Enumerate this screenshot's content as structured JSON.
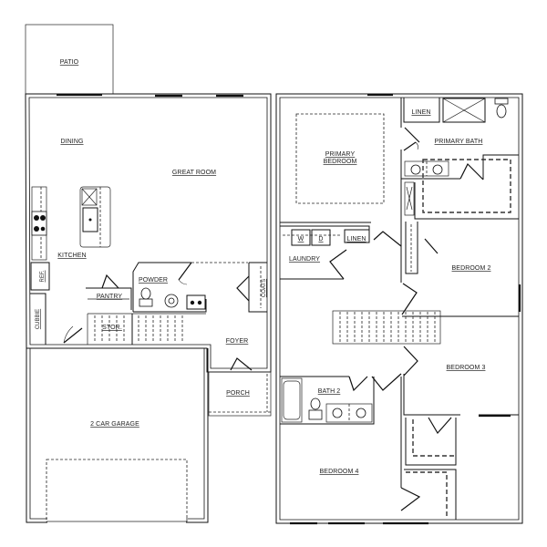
{
  "plan": {
    "first_floor": {
      "rooms": {
        "patio": "PATIO",
        "dining": "DINING",
        "great_room": "GREAT ROOM",
        "kitchen": "KITCHEN",
        "ref": "REF.",
        "pantry": "PANTRY",
        "powder": "POWDER",
        "coats": "COATS",
        "cubbie": "CUBBIE",
        "stor": "STOR.",
        "foyer": "FOYER",
        "porch": "PORCH",
        "garage": "2 CAR GARAGE"
      }
    },
    "second_floor": {
      "rooms": {
        "primary_bedroom_line1": "PRIMARY",
        "primary_bedroom_line2": "BEDROOM",
        "linen_primary": "LINEN",
        "primary_bath": "PRIMARY BATH",
        "laundry": "LAUNDRY",
        "washer": "W",
        "dryer": "D",
        "linen_hall": "LINEN",
        "bedroom2": "BEDROOM 2",
        "bedroom3": "BEDROOM 3",
        "bath2": "BATH 2",
        "bedroom4": "BEDROOM 4"
      }
    },
    "colors": {
      "line": "#111111",
      "background": "#ffffff"
    }
  }
}
